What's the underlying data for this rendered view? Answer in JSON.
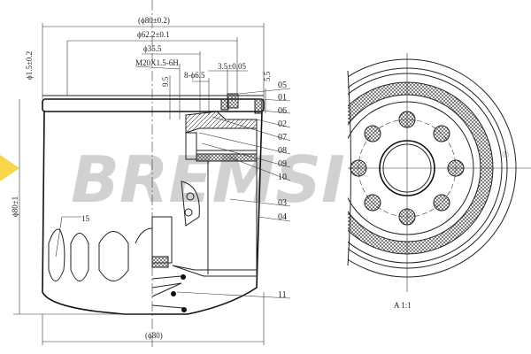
{
  "dimensions": {
    "outer_diameter_top": "(ϕ80±0.2)",
    "gasket_diameter": "ϕ62.2±0.1",
    "inner_diameter": "ϕ35.5",
    "thread": "M20X1.5-6H",
    "holes": "8-ϕ6.5",
    "gasket_width": "3.5±0.05",
    "gasket_height": "5.5",
    "plate_thickness": "ϕ1.5±0.2",
    "thread_depth": "9.5",
    "height": "ϕ80±1",
    "outer_diameter_bottom": "(ϕ80)"
  },
  "part_labels": [
    "05",
    "01",
    "06",
    "02",
    "07",
    "08",
    "09",
    "10",
    "03",
    "04",
    "11"
  ],
  "callout_15": "15",
  "view_label": "A  1:1",
  "watermark": {
    "text": "BREMSI",
    "registered": "®",
    "arrow_color": "#f5c400"
  }
}
